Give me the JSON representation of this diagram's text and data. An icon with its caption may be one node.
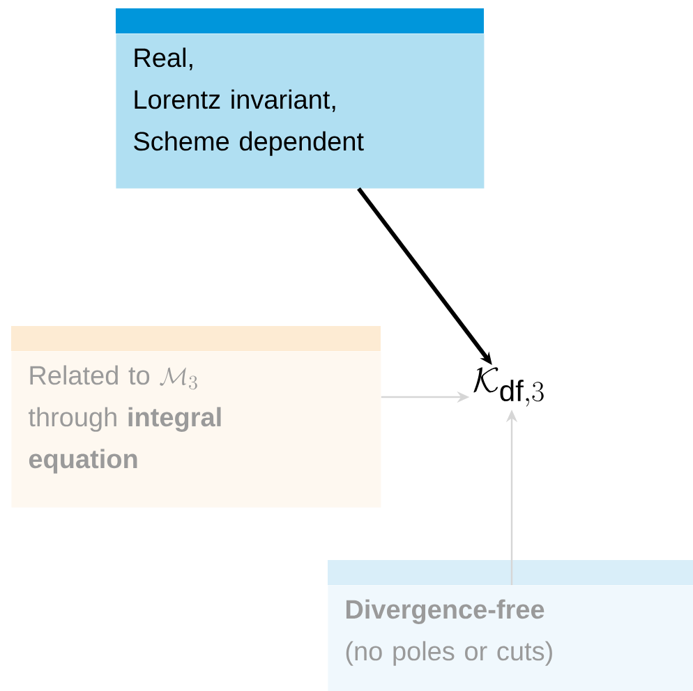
{
  "diagram": {
    "nodes": [
      {
        "text": [
          "Real,",
          "Lorentz invariant,",
          "Scheme dependent"
        ]
      },
      {
        "text": [
          "\\mathcal{K}_{\\mathrm{df},3}"
        ]
      },
      {
        "text": [
          "Related to",
          "\\mathcal{M}_3",
          "through **integral equation**"
        ]
      },
      {
        "text": [
          "**Divergence-free**",
          "(no poles or cuts)"
        ]
      }
    ],
    "edges": [
      {
        "from": 0,
        "to": 1,
        "arrow": "to",
        "style": "thick",
        "color": "#000000"
      },
      {
        "from": 2,
        "to": 1,
        "arrow": "to"
      },
      {
        "from": 3,
        "to": 1,
        "arrow": "to"
      }
    ]
  }
}
